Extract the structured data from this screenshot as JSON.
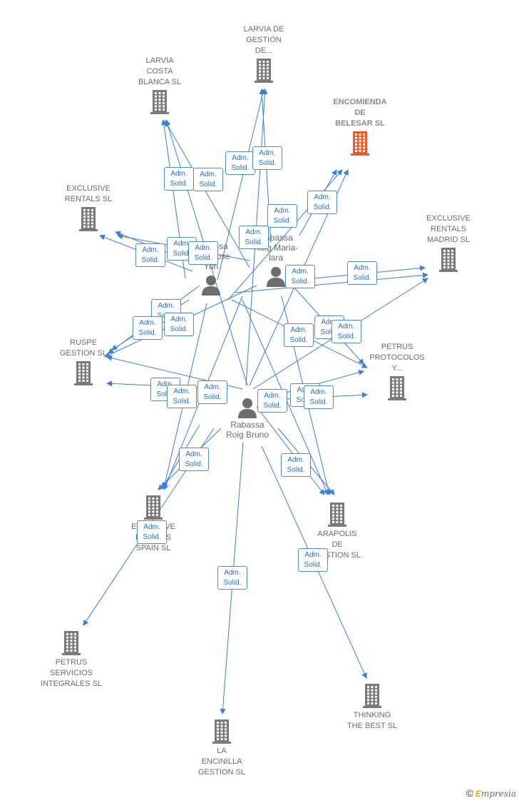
{
  "colors": {
    "edge": "#3a7fd8",
    "building": "#7a7a7a",
    "building_highlight": "#f05a28",
    "person": "#6d6d6d"
  },
  "badge_text": {
    "line1": "Adm.",
    "line2": "Solid."
  },
  "companies": [
    {
      "id": "larvia_gestion",
      "label": "LARVIA DE\nGESTION\nDE...",
      "highlight": false
    },
    {
      "id": "larvia_costa",
      "label": "LARVIA\nCOSTA\nBLANCA  SL",
      "highlight": false
    },
    {
      "id": "encomienda",
      "label": "ENCOMIENDA\nDE\nBELESAR  SL",
      "highlight": true
    },
    {
      "id": "exclusive_rentals",
      "label": "EXCLUSIVE\nRENTALS  SL",
      "highlight": false
    },
    {
      "id": "exclusive_madrid",
      "label": "EXCLUSIVE\nRENTALS\nMADRID SL",
      "highlight": false
    },
    {
      "id": "ruspe",
      "label": "RUSPE\nGESTION  SL",
      "highlight": false
    },
    {
      "id": "petrus_protocolos",
      "label": "PETRUS\nPROTOCOLOS\nY...",
      "highlight": false
    },
    {
      "id": "exclusive_spain",
      "label": "EXCLUSIVE\nRENTALS\nSPAIN SL",
      "highlight": false
    },
    {
      "id": "arapolis",
      "label": "ARAPOLIS\nDE\nGESTION SL",
      "highlight": false
    },
    {
      "id": "petrus_servicios",
      "label": "PETRUS\nSERVICIOS\nINTEGRALES SL",
      "highlight": false
    },
    {
      "id": "thinking",
      "label": "THINKING\nTHE BEST  SL",
      "highlight": false
    },
    {
      "id": "encinilla",
      "label": "LA\nENCINILLA\nGESTION SL",
      "highlight": false
    }
  ],
  "persons": [
    {
      "id": "yuri",
      "label": "Rabassa\nRoig Jose\nYuri"
    },
    {
      "id": "maria",
      "label": "Rabassa\nRoig Maria-\nlara"
    },
    {
      "id": "bruno",
      "label": "Rabassa\nRoig Bruno"
    }
  ],
  "footer": {
    "copyright": "©",
    "brand_initial": "E",
    "brand_rest": "mpresia"
  }
}
